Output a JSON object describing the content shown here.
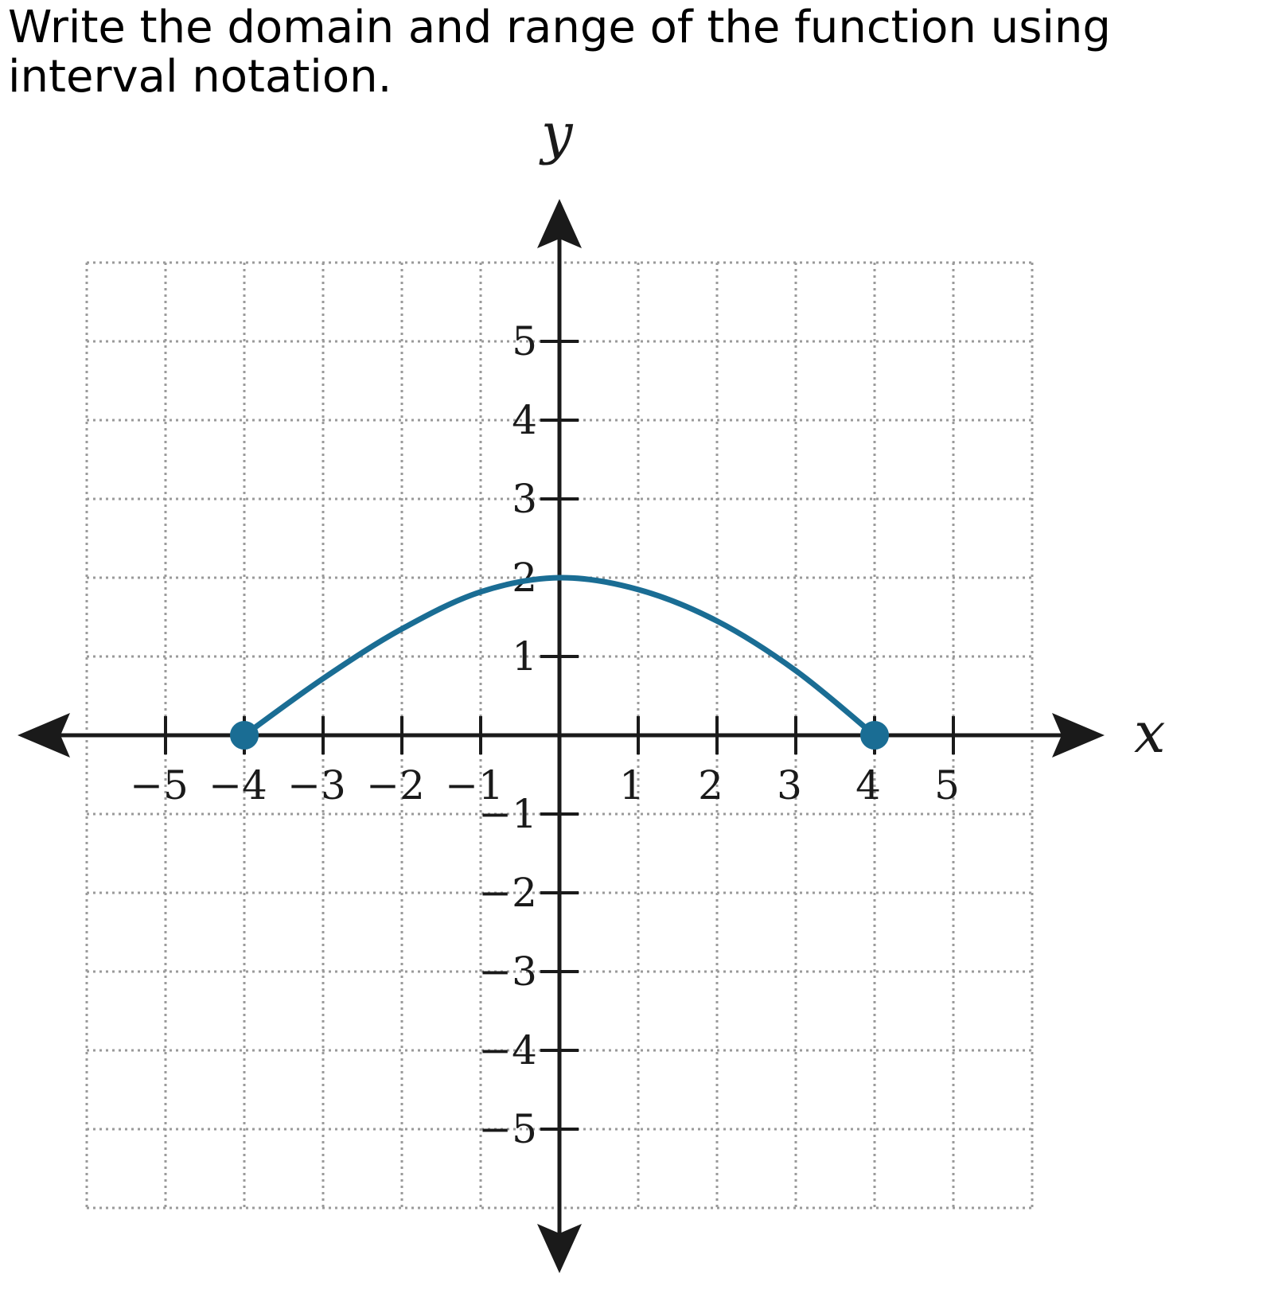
{
  "question": {
    "text": "Write the domain and range of the function using interval notation."
  },
  "chart_data": {
    "type": "line",
    "title": "",
    "xlabel": "x",
    "ylabel": "y",
    "xlim": [
      -6,
      6
    ],
    "ylim": [
      -6,
      6
    ],
    "grid": true,
    "grid_style": "dotted",
    "x_ticks": [
      -5,
      -4,
      -3,
      -2,
      -1,
      1,
      2,
      3,
      4,
      5
    ],
    "y_ticks": [
      -5,
      -4,
      -3,
      -2,
      -1,
      1,
      2,
      3,
      4,
      5
    ],
    "x_tick_labels": [
      "−5",
      "−4",
      "−3",
      "−2",
      "−1",
      "1",
      "2",
      "3",
      "4",
      "5"
    ],
    "y_tick_labels": [
      "−5",
      "−4",
      "−3",
      "−2",
      "−1",
      "1",
      "2",
      "3",
      "4",
      "5"
    ],
    "series": [
      {
        "color": "#1a6d94",
        "x": [
          -4,
          -3,
          -2,
          -1,
          0,
          1,
          2,
          3,
          4
        ],
        "y": [
          0,
          0.72,
          1.35,
          1.82,
          2,
          1.85,
          1.45,
          0.82,
          0
        ]
      }
    ],
    "endpoints": [
      {
        "x": -4,
        "y": 0,
        "closed": true
      },
      {
        "x": 4,
        "y": 0,
        "closed": true
      }
    ]
  }
}
